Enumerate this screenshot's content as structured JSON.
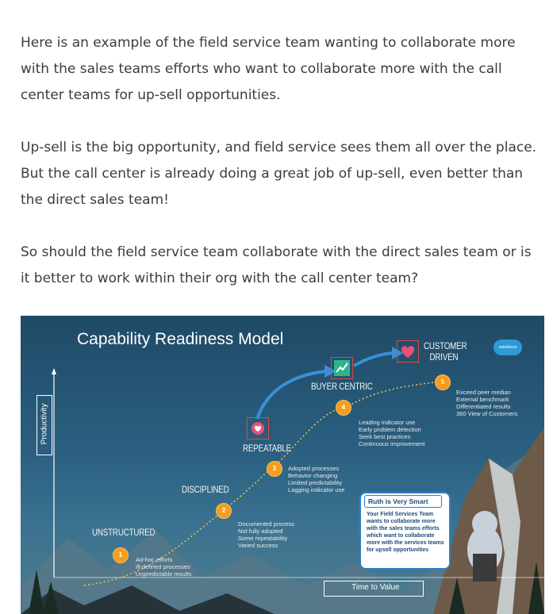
{
  "paragraphs": [
    "Here is an example of the field service team wanting to collaborate more with the sales teams efforts who want to collaborate more with the call center teams for up-sell opportunities.",
    "Up-sell is the big opportunity, and field service sees them all over the place. But the call center is already doing a great job of up-sell, even better than the direct sales team!",
    "So should the field service team collaborate with the direct sales team or is it better to work within their org with the call center team?"
  ],
  "figure": {
    "title": "Capability Readiness Model",
    "y_axis_label": "Productivity",
    "x_axis_label": "Time to Value",
    "logo_text": "salesforce",
    "stages": [
      {
        "number": "1",
        "name": "UNSTRUCTURED",
        "desc": "Ad-hoc efforts\nIll-defined processes\nUnpredictable results"
      },
      {
        "number": "2",
        "name": "DISCIPLINED",
        "desc": "Documented process\nNot fully adopted\nSome repeatability\nVaried success"
      },
      {
        "number": "3",
        "name": "REPEATABLE",
        "desc": "Adopted processes\nBehavior changing\nLimited predictability\nLagging indicator use"
      },
      {
        "number": "4",
        "name": "BUYER CENTRIC",
        "desc": "Leading indicator use\nEarly problem detection\nSeek best practices\nContinuous improvement"
      },
      {
        "number": "5",
        "name": "CUSTOMER DRIVEN",
        "desc": "Exceed peer median\nExternal benchmark\nDifferentiated results\n360 View of Customers"
      }
    ],
    "callout": {
      "title": "Ruth is Very Smart",
      "body": "Your Field Services Team wants to collaborate more with the sales teams efforts which want to collaborate more with the services teams for upsell opportunities"
    },
    "icon_names": [
      "heart-chat-icon",
      "growth-chart-icon",
      "heart-icon"
    ],
    "colors": {
      "stage_circle": "#f59d1e",
      "icon_border": "#e04a3b",
      "arrow": "#3a8fd8",
      "callout_border": "#2f7fc4"
    }
  }
}
